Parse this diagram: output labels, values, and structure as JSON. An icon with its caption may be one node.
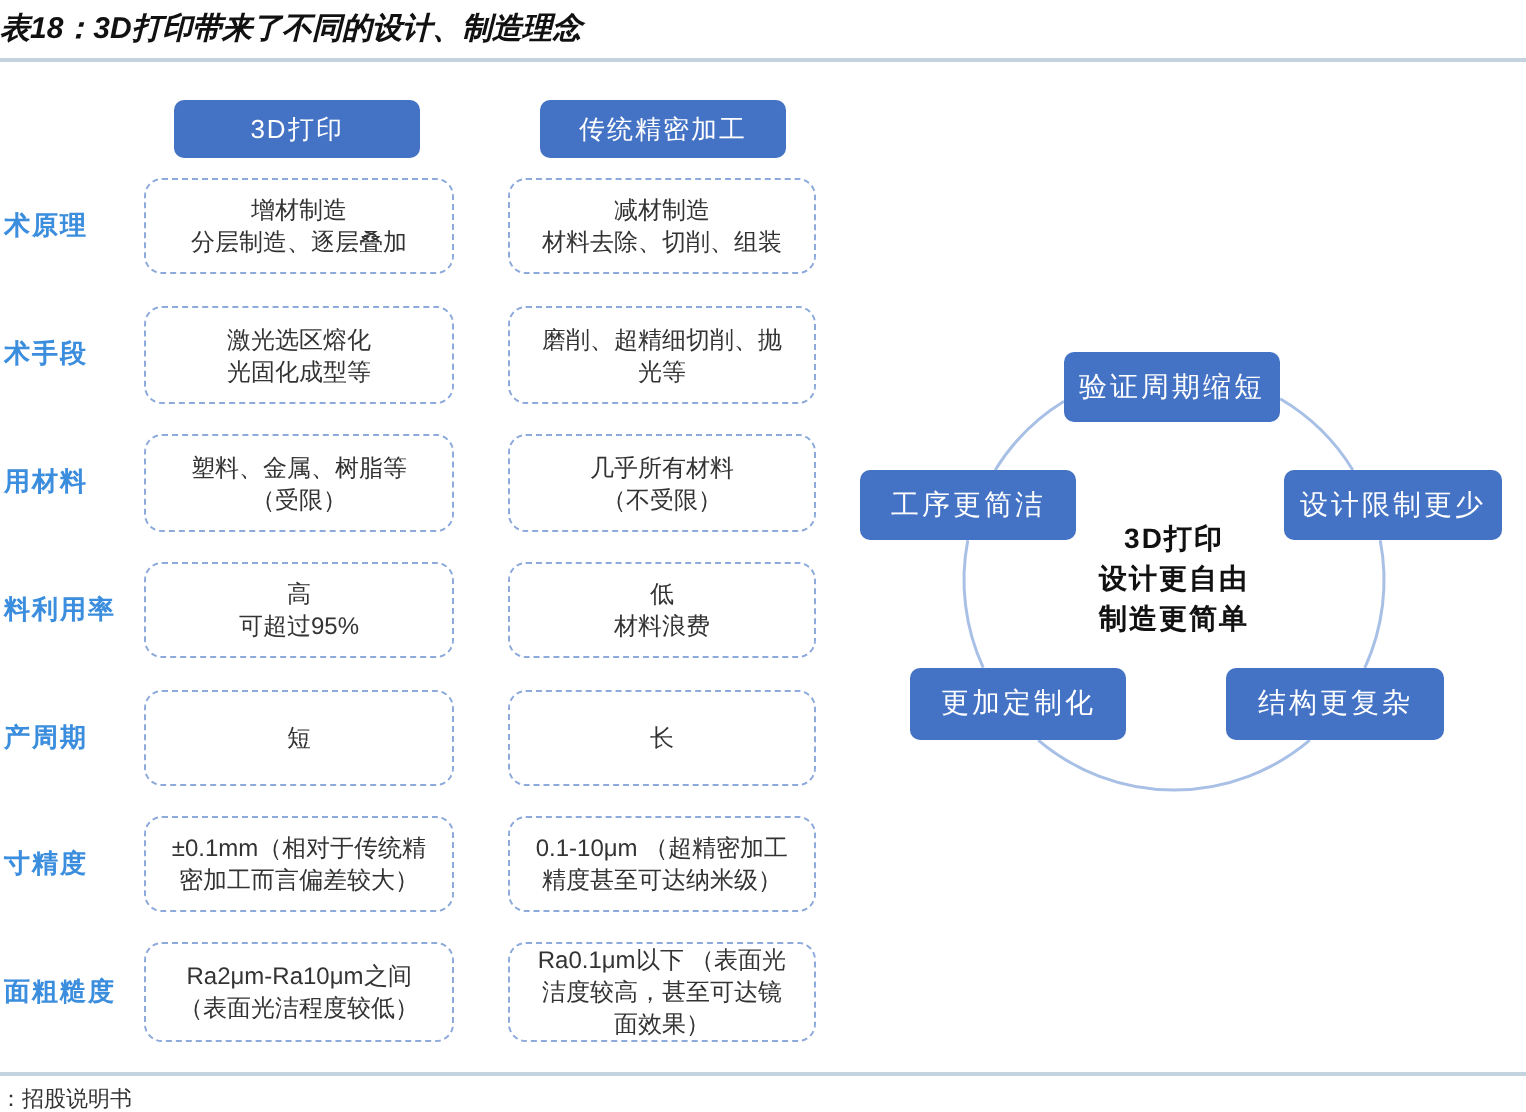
{
  "diagram": {
    "title": "表18：3D打印带来了不同的设计、制造理念",
    "caption": "：招股说明书",
    "nodes": [
      {
        "text": [
          "3D打印"
        ]
      },
      {
        "text": [
          "传统精密加工"
        ]
      },
      {
        "text": [
          "增材制造",
          "分层制造、逐层叠加"
        ]
      },
      {
        "text": [
          "减材制造",
          "材料去除、切削、组装"
        ]
      },
      {
        "text": [
          "激光选区熔化",
          "光固化成型等"
        ]
      },
      {
        "text": [
          "磨削、超精细切削、抛光等"
        ]
      },
      {
        "text": [
          "塑料、金属、树脂等",
          "（受限）"
        ]
      },
      {
        "text": [
          "几乎所有材料",
          "（不受限）"
        ]
      },
      {
        "text": [
          "高",
          "可超过95%"
        ]
      },
      {
        "text": [
          "低",
          "材料浪费"
        ]
      },
      {
        "text": [
          "短"
        ]
      },
      {
        "text": [
          "长"
        ]
      },
      {
        "text": [
          "±0.1mm（相对于传统精密加工而言偏差较大）"
        ]
      },
      {
        "text": [
          "0.1-10μm （超精密加工精度甚至可达纳米级）"
        ]
      },
      {
        "text": [
          "Ra2μm-Ra10μm之间",
          "（表面光洁程度较低）"
        ]
      },
      {
        "text": [
          "Ra0.1μm以下 （表面光洁度较高，甚至可达镜面效果）"
        ]
      },
      {
        "text": [
          "验证周期缩短"
        ]
      },
      {
        "text": [
          "工序更简洁"
        ]
      },
      {
        "text": [
          "设计限制更少"
        ]
      },
      {
        "text": [
          "更加定制化"
        ]
      },
      {
        "text": [
          "结构更复杂"
        ]
      }
    ],
    "edges": [
      {
        "from": 16,
        "to": 18,
        "arrow": "none"
      },
      {
        "from": 18,
        "to": 20,
        "arrow": "none"
      },
      {
        "from": 20,
        "to": 19,
        "arrow": "none"
      },
      {
        "from": 19,
        "to": 17,
        "arrow": "none"
      },
      {
        "from": 17,
        "to": 16,
        "arrow": "none"
      }
    ],
    "labels": [
      "术原理",
      "术手段",
      "用材料",
      "料利用率",
      "产周期",
      "寸精度",
      "面粗糙度",
      "3D打印",
      "设计更自由",
      "制造更简单"
    ]
  }
}
